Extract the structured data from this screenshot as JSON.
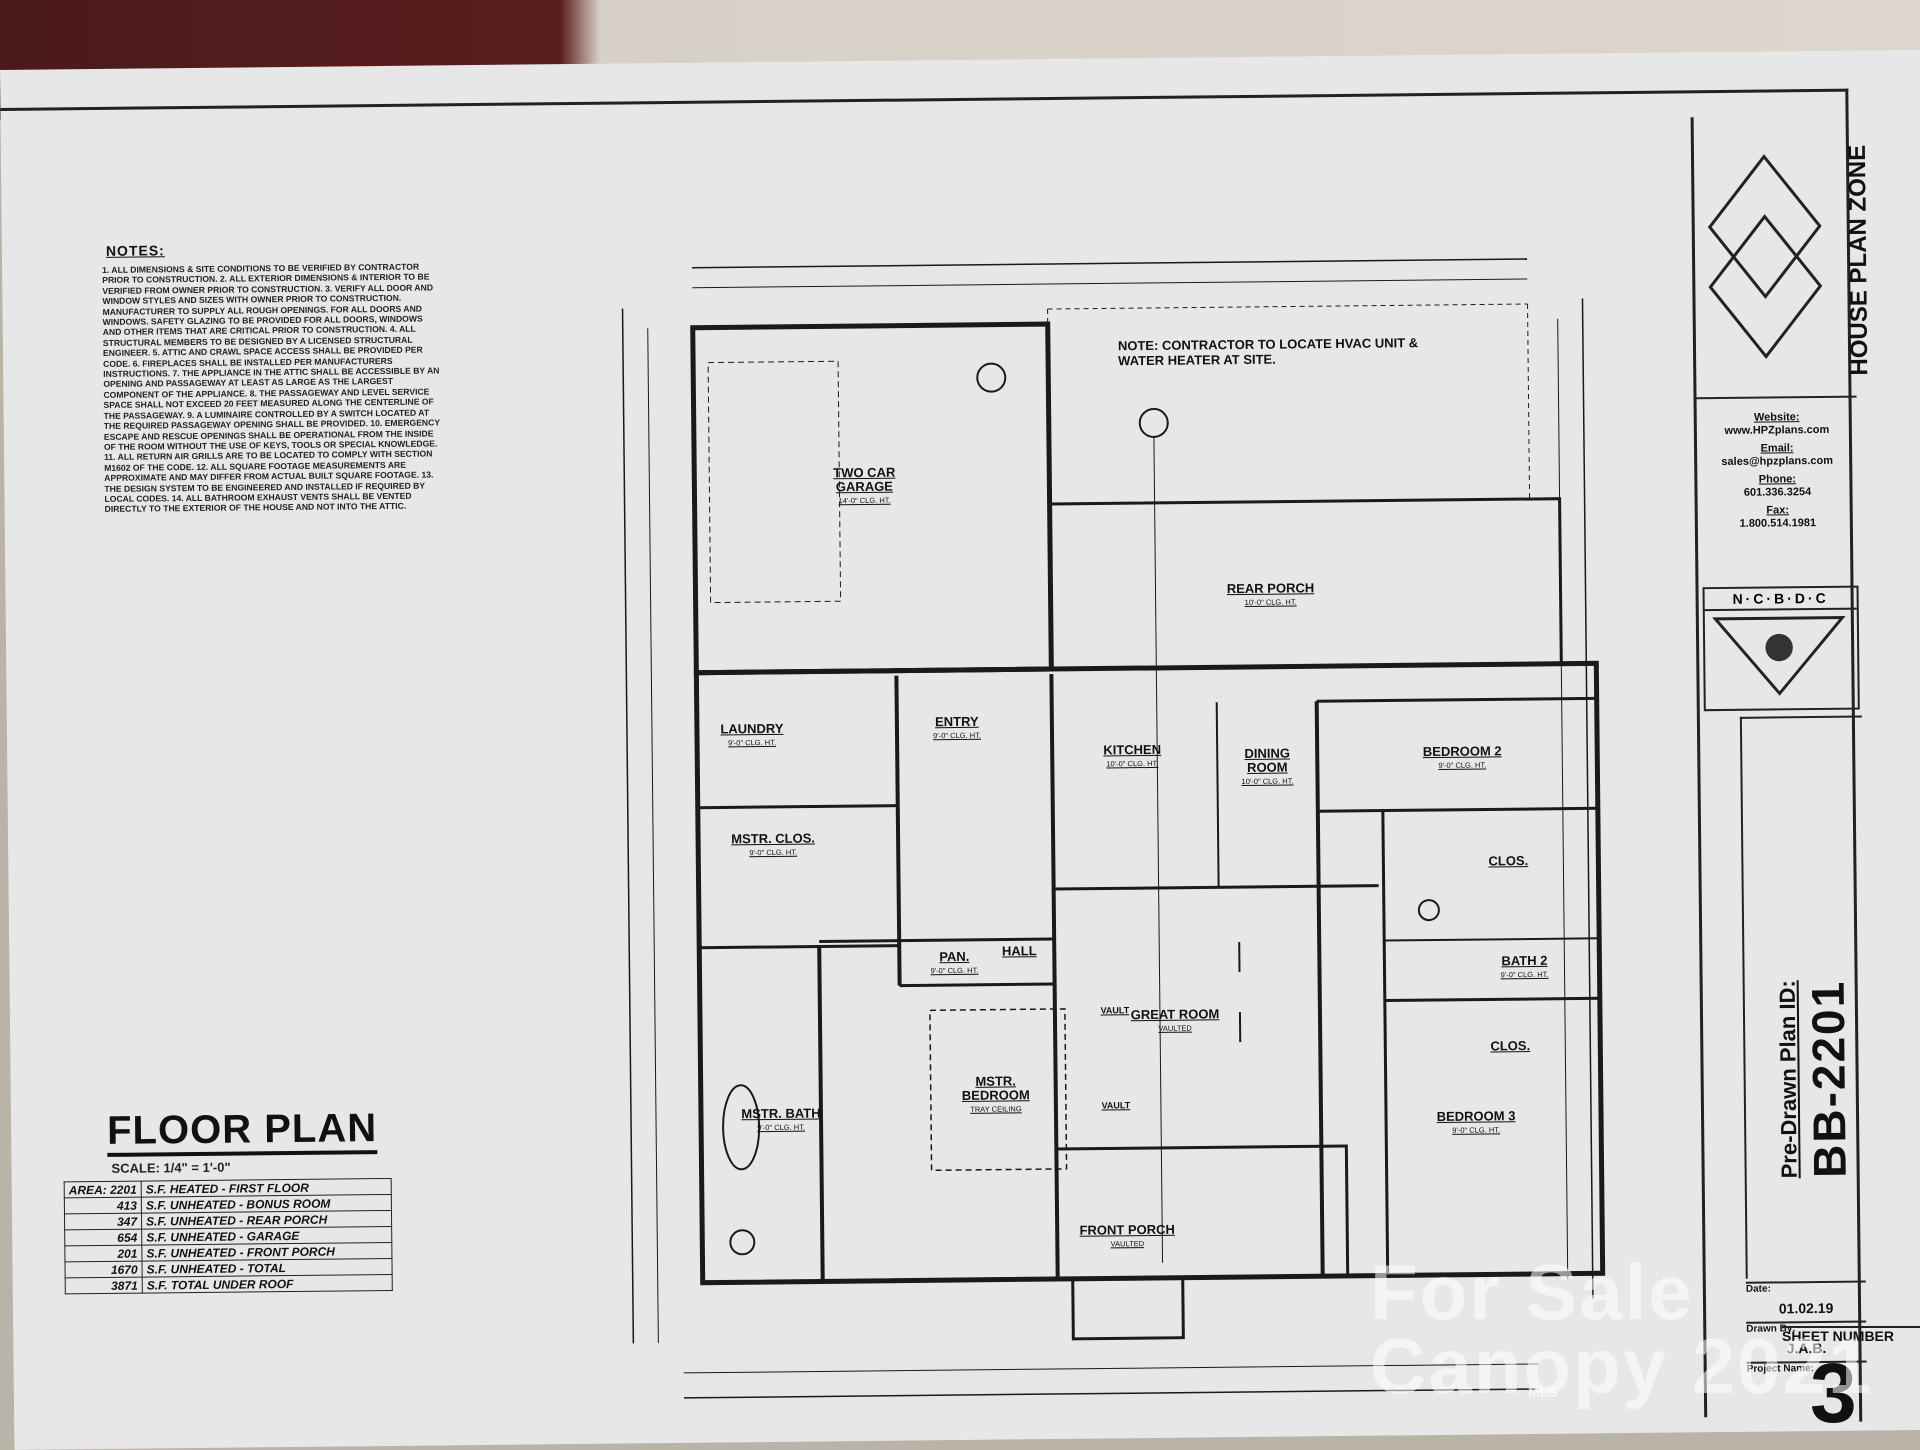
{
  "notes": {
    "title": "NOTES:",
    "body": "1. ALL DIMENSIONS & SITE CONDITIONS TO BE VERIFIED BY CONTRACTOR PRIOR TO CONSTRUCTION. 2. ALL EXTERIOR DIMENSIONS & INTERIOR TO BE VERIFIED FROM OWNER PRIOR TO CONSTRUCTION. 3. VERIFY ALL DOOR AND WINDOW STYLES AND SIZES WITH OWNER PRIOR TO CONSTRUCTION. MANUFACTURER TO SUPPLY ALL ROUGH OPENINGS. FOR ALL DOORS AND WINDOWS. SAFETY GLAZING TO BE PROVIDED FOR ALL DOORS, WINDOWS AND OTHER ITEMS THAT ARE CRITICAL PRIOR TO CONSTRUCTION. 4. ALL STRUCTURAL MEMBERS TO BE DESIGNED BY A LICENSED STRUCTURAL ENGINEER. 5. ATTIC AND CRAWL SPACE ACCESS SHALL BE PROVIDED PER CODE. 6. FIREPLACES SHALL BE INSTALLED PER MANUFACTURERS INSTRUCTIONS. 7. THE APPLIANCE IN THE ATTIC SHALL BE ACCESSIBLE BY AN OPENING AND PASSAGEWAY AT LEAST AS LARGE AS THE LARGEST COMPONENT OF THE APPLIANCE. 8. THE PASSAGEWAY AND LEVEL SERVICE SPACE SHALL NOT EXCEED 20 FEET MEASURED ALONG THE CENTERLINE OF THE PASSAGEWAY. 9. A LUMINAIRE CONTROLLED BY A SWITCH LOCATED AT THE REQUIRED PASSAGEWAY OPENING SHALL BE PROVIDED. 10. EMERGENCY ESCAPE AND RESCUE OPENINGS SHALL BE OPERATIONAL FROM THE INSIDE OF THE ROOM WITHOUT THE USE OF KEYS, TOOLS OR SPECIAL KNOWLEDGE. 11. ALL RETURN AIR GRILLS ARE TO BE LOCATED TO COMPLY WITH SECTION M1602 OF THE CODE. 12. ALL SQUARE FOOTAGE MEASUREMENTS ARE APPROXIMATE AND MAY DIFFER FROM ACTUAL BUILT SQUARE FOOTAGE. 13. THE DESIGN SYSTEM TO BE ENGINEERED AND INSTALLED IF REQUIRED BY LOCAL CODES. 14. ALL BATHROOM EXHAUST VENTS SHALL BE VENTED DIRECTLY TO THE EXTERIOR OF THE HOUSE AND NOT INTO THE ATTIC."
  },
  "floor_plan": {
    "title": "FLOOR PLAN",
    "scale": "SCALE: 1/4\" = 1'-0\"",
    "area_label": "AREA:",
    "areas": [
      {
        "num": "2201",
        "desc": "S.F. HEATED - FIRST FLOOR"
      },
      {
        "num": "413",
        "desc": "S.F. UNHEATED - BONUS ROOM"
      },
      {
        "num": "347",
        "desc": "S.F. UNHEATED - REAR PORCH"
      },
      {
        "num": "654",
        "desc": "S.F. UNHEATED - GARAGE"
      },
      {
        "num": "201",
        "desc": "S.F. UNHEATED - FRONT PORCH"
      },
      {
        "num": "1670",
        "desc": "S.F. UNHEATED - TOTAL"
      },
      {
        "num": "3871",
        "desc": "S.F. TOTAL UNDER ROOF"
      }
    ]
  },
  "plan_note": "NOTE: CONTRACTOR TO LOCATE HVAC UNIT & WATER HEATER AT SITE.",
  "rooms": {
    "garage": {
      "name": "TWO CAR GARAGE",
      "sub": "14'-0\" CLG. HT."
    },
    "rear_porch": {
      "name": "REAR PORCH",
      "sub": "10'-0\" CLG. HT."
    },
    "laundry": {
      "name": "LAUNDRY",
      "sub": "9'-0\" CLG. HT."
    },
    "entry": {
      "name": "ENTRY",
      "sub": "9'-0\" CLG. HT."
    },
    "kitchen": {
      "name": "KITCHEN",
      "sub": "10'-0\" CLG. HT."
    },
    "dining": {
      "name": "DINING ROOM",
      "sub": "10'-0\" CLG. HT."
    },
    "bedroom2": {
      "name": "BEDROOM 2",
      "sub": "9'-0\" CLG. HT."
    },
    "mstr_clos": {
      "name": "MSTR. CLOS.",
      "sub": "9'-0\" CLG. HT."
    },
    "pan": {
      "name": "PAN.",
      "sub": "9'-0\" CLG. HT."
    },
    "hall": {
      "name": "HALL",
      "sub": ""
    },
    "clos": {
      "name": "CLOS.",
      "sub": ""
    },
    "bath2": {
      "name": "BATH 2",
      "sub": "9'-0\" CLG. HT."
    },
    "great_room": {
      "name": "GREAT ROOM",
      "sub": "VAULTED"
    },
    "mstr_bedroom": {
      "name": "MSTR. BEDROOM",
      "sub": "TRAY CEILING"
    },
    "mstr_bath": {
      "name": "MSTR. BATH",
      "sub": "9'-0\" CLG. HT."
    },
    "bedroom3": {
      "name": "BEDROOM 3",
      "sub": "9'-0\" CLG. HT."
    },
    "front_porch": {
      "name": "FRONT PORCH",
      "sub": "VAULTED"
    },
    "clos2": {
      "name": "CLOS.",
      "sub": ""
    },
    "vault1": "VAULT",
    "vault2": "VAULT"
  },
  "title_block": {
    "brand": "HOUSE PLAN ZONE",
    "website_label": "Website:",
    "website": "www.HPZplans.com",
    "email_label": "Email:",
    "email": "sales@hpzplans.com",
    "phone_label": "Phone:",
    "phone": "601.336.3254",
    "fax_label": "Fax:",
    "fax": "1.800.514.1981",
    "org": "N·C·B·D·C",
    "pre_drawn_label": "Pre-Drawn Plan ID:",
    "plan_id": "BB-2201",
    "date_label": "Date:",
    "date": "01.02.19",
    "drawn_label": "Drawn By:",
    "drawn": "J.A.B.",
    "project_label": "Project Name:",
    "sheet_label": "SHEET NUMBER",
    "sheet": "3"
  },
  "watermark": {
    "line1": "For Sale",
    "line2": "Canopy 2021",
    "mls": "MLS"
  }
}
